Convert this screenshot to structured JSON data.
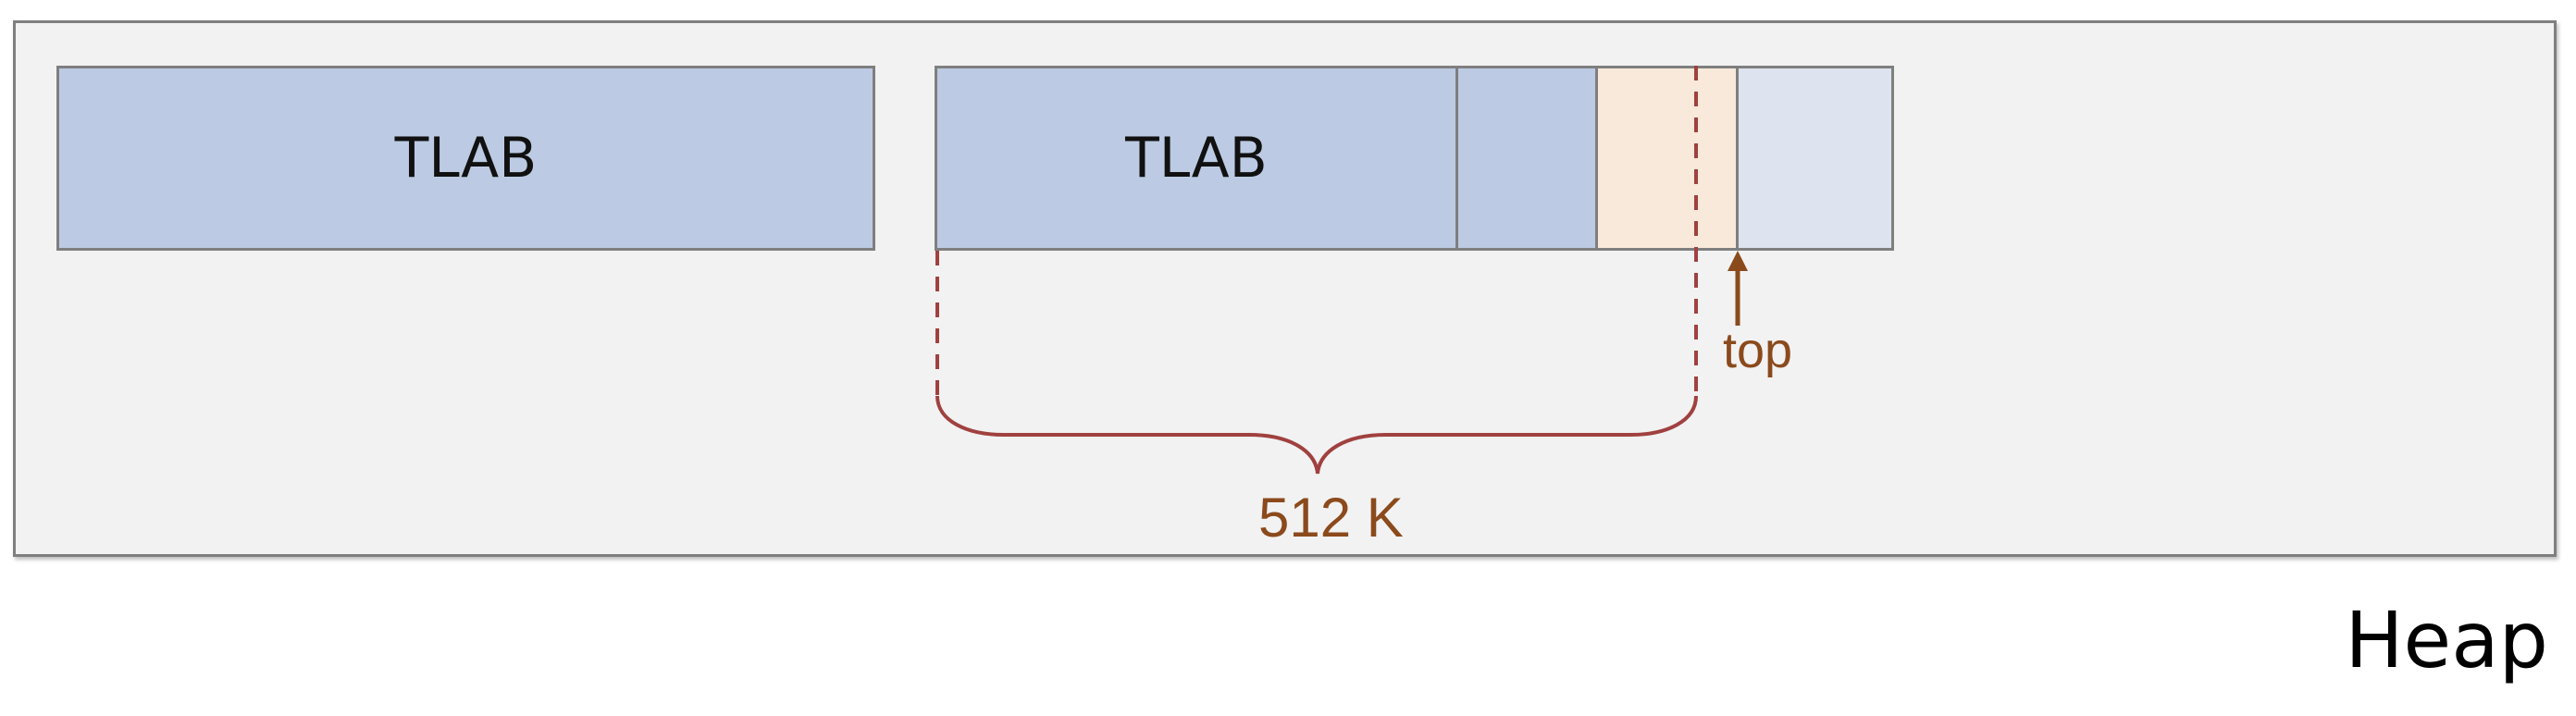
{
  "diagram": {
    "blocks": [
      {
        "label": "TLAB",
        "color": "#bccbe3"
      },
      {
        "label": "TLAB",
        "color": "#bccbe3"
      },
      {
        "label": "",
        "color": "#bccbe3"
      },
      {
        "label": "",
        "color": "#f9e9da"
      },
      {
        "label": "",
        "color": "#dde3ef"
      }
    ],
    "pointer_label": "top",
    "span_label": "512 K",
    "region_label": "Heap",
    "colors": {
      "heap_background": "#f2f2f2",
      "border": "#7f7f7f",
      "brace": "#a0413f",
      "pointer": "#8b4a1c"
    }
  }
}
